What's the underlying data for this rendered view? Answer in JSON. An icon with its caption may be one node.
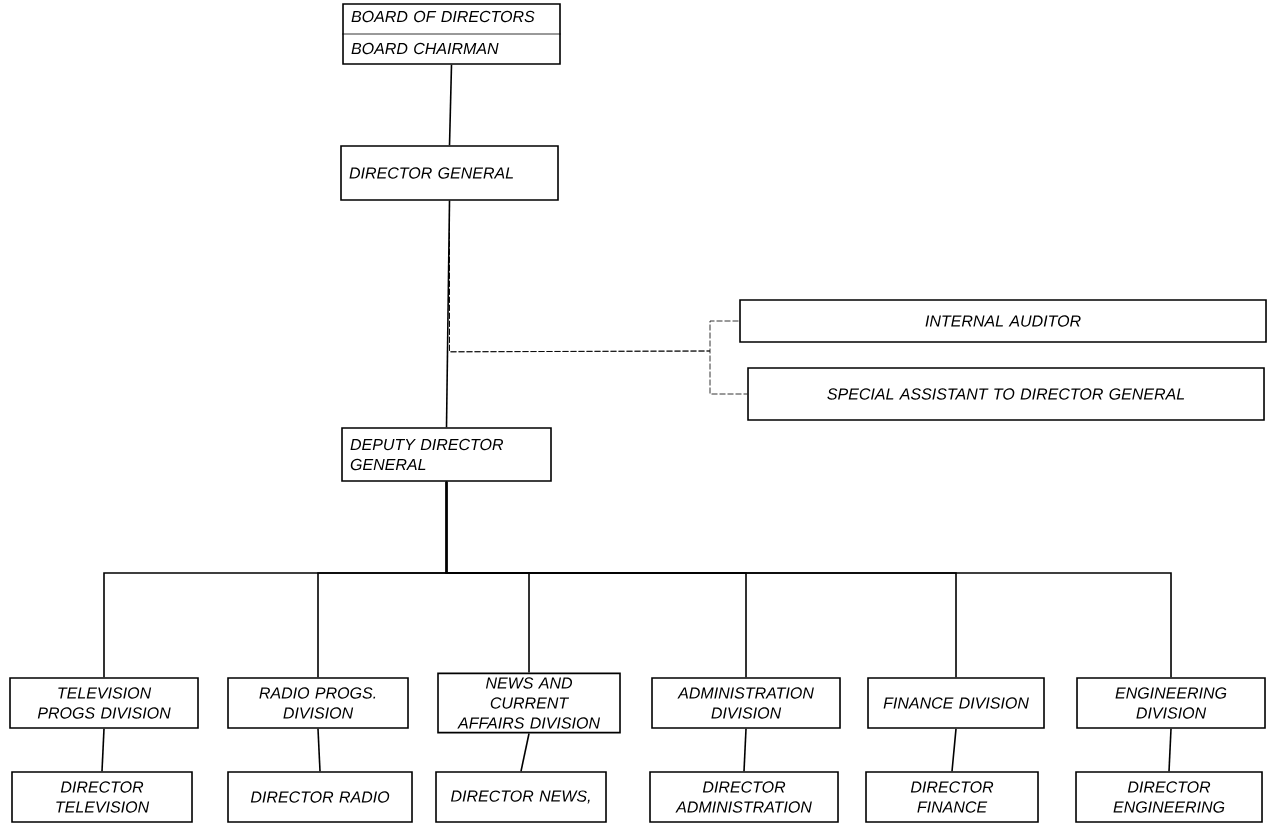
{
  "diagram": {
    "nodes": [
      {
        "text": [
          "BOARD OF DIRECTORS",
          "BOARD CHAIRMAN"
        ]
      },
      {
        "text": [
          "DIRECTOR GENERAL"
        ]
      },
      {
        "text": [
          "INTERNAL AUDITOR"
        ]
      },
      {
        "text": [
          "SPECIAL ASSISTANT TO DIRECTOR GENERAL"
        ]
      },
      {
        "text": [
          "DEPUTY DIRECTOR GENERAL"
        ]
      },
      {
        "text": [
          "TELEVISION PROGS DIVISION"
        ]
      },
      {
        "text": [
          "RADIO PROGS. DIVISION"
        ]
      },
      {
        "text": [
          "NEWS AND CURRENT AFFAIRS DIVISION"
        ]
      },
      {
        "text": [
          "ADMINISTRATION DIVISION"
        ]
      },
      {
        "text": [
          "FINANCE DIVISION"
        ]
      },
      {
        "text": [
          "ENGINEERING DIVISION"
        ]
      },
      {
        "text": [
          "DIRECTOR TELEVISION"
        ]
      },
      {
        "text": [
          "DIRECTOR RADIO"
        ]
      },
      {
        "text": [
          "DIRECTOR NEWS,"
        ]
      },
      {
        "text": [
          "DIRECTOR ADMINISTRATION"
        ]
      },
      {
        "text": [
          "DIRECTOR FINANCE"
        ]
      },
      {
        "text": [
          "DIRECTOR ENGINEERING"
        ]
      }
    ],
    "edges": [
      {
        "from": 0,
        "to": 1,
        "arrow": "none"
      },
      {
        "from": 1,
        "to": 4,
        "arrow": "none"
      },
      {
        "from": 1,
        "to": 2,
        "arrow": "none",
        "style": "dashed"
      },
      {
        "from": 1,
        "to": 3,
        "arrow": "none",
        "style": "dashed"
      },
      {
        "from": 4,
        "to": 5,
        "arrow": "none"
      },
      {
        "from": 4,
        "to": 6,
        "arrow": "none"
      },
      {
        "from": 4,
        "to": 7,
        "arrow": "none"
      },
      {
        "from": 4,
        "to": 8,
        "arrow": "none"
      },
      {
        "from": 4,
        "to": 9,
        "arrow": "none"
      },
      {
        "from": 4,
        "to": 10,
        "arrow": "none"
      },
      {
        "from": 5,
        "to": 11,
        "arrow": "none"
      },
      {
        "from": 6,
        "to": 12,
        "arrow": "none"
      },
      {
        "from": 7,
        "to": 13,
        "arrow": "none"
      },
      {
        "from": 8,
        "to": 14,
        "arrow": "none"
      },
      {
        "from": 9,
        "to": 15,
        "arrow": "none"
      },
      {
        "from": 10,
        "to": 16,
        "arrow": "none"
      }
    ]
  }
}
